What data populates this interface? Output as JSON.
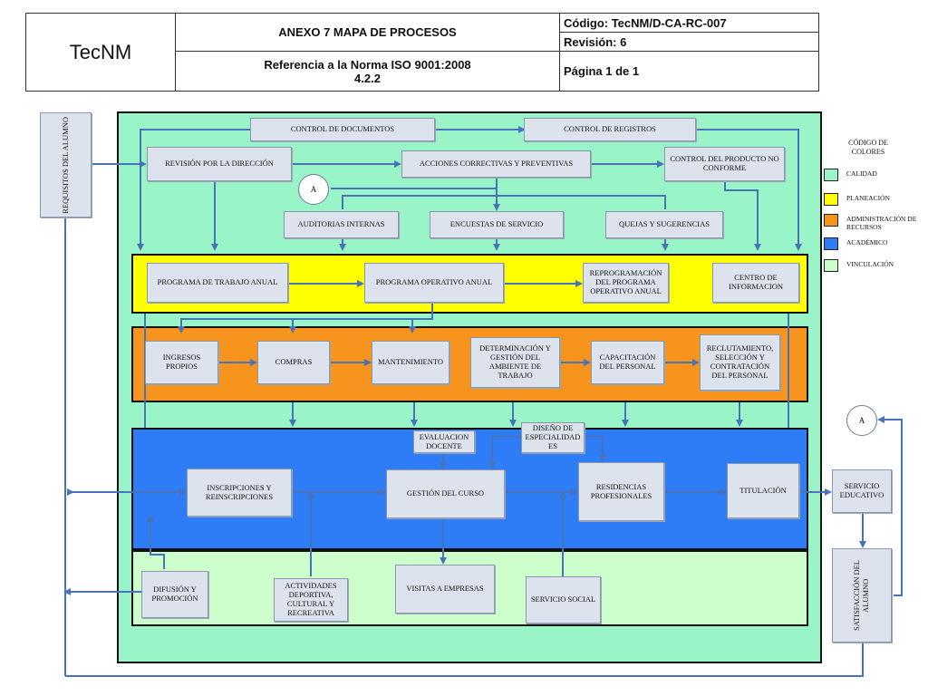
{
  "header": {
    "logo": "TecNM",
    "title": "ANEXO 7 MAPA DE PROCESOS",
    "norma_line1": "Referencia a la Norma ISO 9001:2008",
    "norma_line2": "4.2.2",
    "codigo": "Código: TecNM/D-CA-RC-007",
    "revision": "Revisión: 6",
    "pagina": "Página 1 de 1"
  },
  "colors": {
    "calidad": "#99f5c8",
    "planeacion": "#ffff00",
    "administracion": "#f7941d",
    "academico": "#2e7cf6",
    "vinculacion": "#ccffcc",
    "arrow": "#4a72b8"
  },
  "left_box": "REQUISITOS DEL ALUMNO",
  "calidad": {
    "control_documentos": "CONTROL DE DOCUMENTOS",
    "control_registros": "CONTROL DE REGISTROS",
    "revision_direccion": "REVISIÓN POR LA DIRECCIÓN",
    "acciones": "ACCIONES CORRECTIVAS Y PREVENTIVAS",
    "control_producto": "CONTROL DEL PRODUCTO NO CONFORME",
    "connector_a": "A",
    "auditorias": "AUDITORIAS INTERNAS",
    "encuestas": "ENCUESTAS DE SERVICIO",
    "quejas": "QUEJAS Y SUGERENCIAS"
  },
  "planeacion": {
    "programa_trabajo": "PROGRAMA DE TRABAJO ANUAL",
    "programa_operativo": "PROGRAMA OPERATIVO ANUAL",
    "reprogramacion": "REPROGRAMACIÓN DEL PROGRAMA OPERATIVO ANUAL",
    "centro_informacion": "CENTRO DE INFORMACION"
  },
  "administracion": {
    "ingresos": "INGRESOS PROPIOS",
    "compras": "COMPRAS",
    "mantenimiento": "MANTENIMIENTO",
    "determinacion": "DETERMINACIÓN Y GESTIÓN DEL AMBIENTE DE TRABAJO",
    "capacitacion": "CAPACITACIÓN DEL PERSONAL",
    "reclutamiento": "RECLUTAMIENTO, SELECCIÓN Y CONTRATACIÓN DEL PERSONAL"
  },
  "academico": {
    "evaluacion": "EVALUACION DOCENTE",
    "diseno": "DISEÑO DE ESPECIALIDAD ES",
    "inscripciones": "INSCRIPCIONES Y REINSCRIPCIONES",
    "gestion": "GESTIÓN DEL CURSO",
    "residencias": "RESIDENCIAS PROFESIONALES",
    "titulacion": "TITULACIÓN"
  },
  "vinculacion": {
    "difusion": "DIFUSIÓN Y PROMOCIÓN",
    "actividades": "ACTIVIDADES DEPORTIVA, CULTURAL Y RECREATIVA",
    "visitas": "VISITAS A EMPRESAS",
    "servicio_social": "SERVICIO SOCIAL"
  },
  "right": {
    "connector_a": "A",
    "servicio_educativo": "SERVICIO EDUCATIVO",
    "satisfaccion": "SATISFACCIÓN DEL ALUMNO"
  },
  "legend": {
    "title": "CÓDIGO DE COLORES",
    "items": [
      {
        "label": "CALIDAD",
        "color": "#99f5c8"
      },
      {
        "label": "PLANEACIÓN",
        "color": "#ffff00"
      },
      {
        "label": "ADMINISTRACIÓN DE RECURSOS",
        "color": "#f7941d"
      },
      {
        "label": "ACADÉMICO",
        "color": "#2e7cf6"
      },
      {
        "label": "VINCULACIÓN",
        "color": "#ccffcc"
      }
    ]
  }
}
